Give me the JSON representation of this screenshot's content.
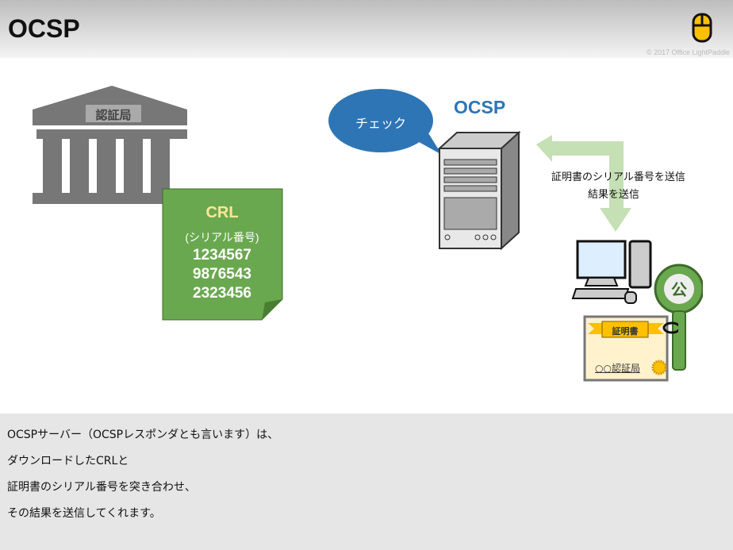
{
  "header": {
    "title": "OCSP",
    "copyright": "© 2017 Office LightPaddle"
  },
  "diagram": {
    "authority_label": "認証局",
    "crl": {
      "title": "CRL",
      "subtitle": "(シリアル番号)",
      "serials": [
        "1234567",
        "9876543",
        "2323456"
      ]
    },
    "bubble": "チェック",
    "server_label": "OCSP",
    "arrow_text_1": "証明書のシリアル番号を送信",
    "arrow_text_2": "結果を送信",
    "certificate_title": "証明書",
    "certificate_issuer": "○○認証局",
    "key_label": "公"
  },
  "notes": [
    "OCSPサーバー（OCSPレスポンダとも言います）は、",
    "ダウンロードしたCRLと",
    "証明書のシリアル番号を突き合わせ、",
    "その結果を送信してくれます。"
  ],
  "colors": {
    "crl": "#6aa84f",
    "arrow": "#c5e0b4",
    "bubble": "#2e75b6",
    "accent": "#ffc000"
  }
}
